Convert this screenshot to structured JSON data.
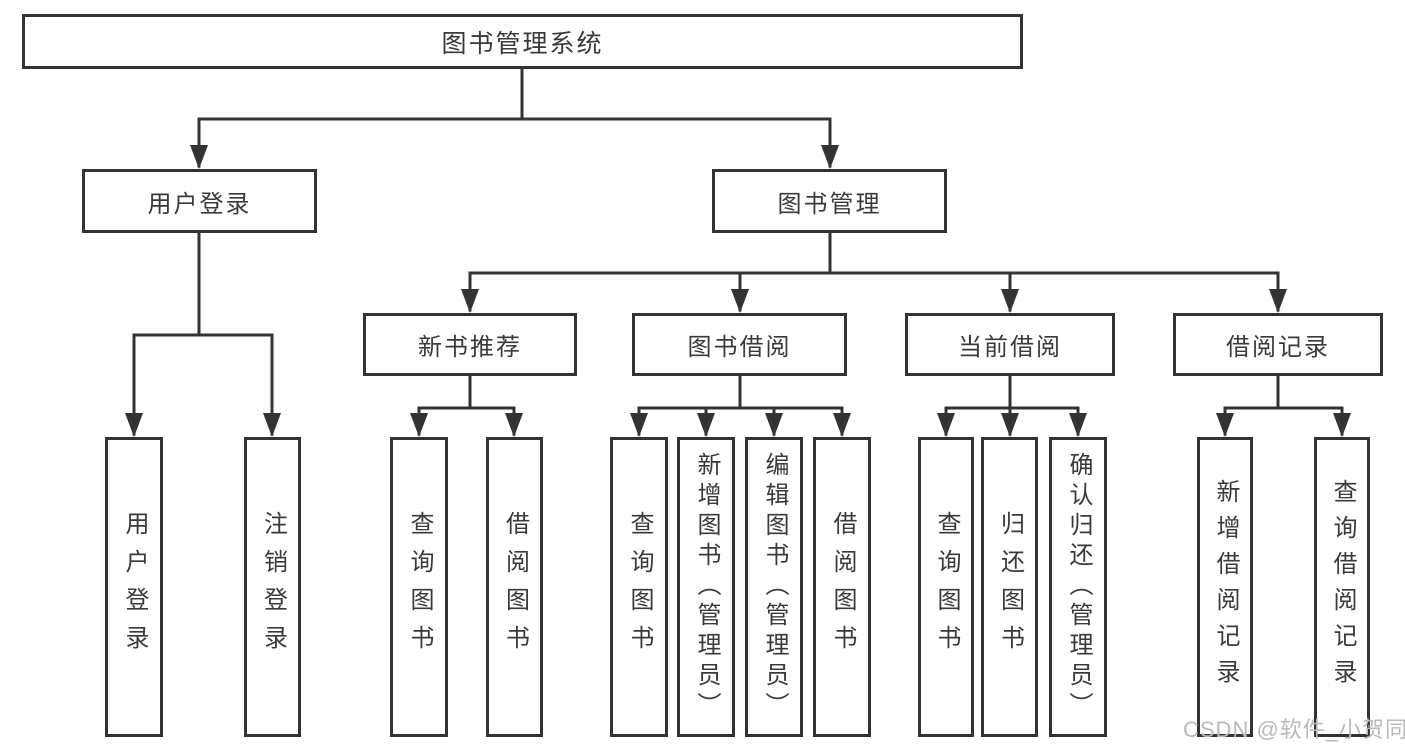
{
  "diagram": {
    "title": "图书管理系统",
    "root": {
      "label": "图书管理系统"
    },
    "branches": [
      {
        "label": "用户登录",
        "children": [
          {
            "label": "用户登录"
          },
          {
            "label": "注销登录"
          }
        ]
      },
      {
        "label": "图书管理",
        "children": [
          {
            "label": "新书推荐",
            "children": [
              {
                "label": "查询图书"
              },
              {
                "label": "借阅图书"
              }
            ]
          },
          {
            "label": "图书借阅",
            "children": [
              {
                "label": "查询图书"
              },
              {
                "label": "新增图书（管理员）"
              },
              {
                "label": "编辑图书（管理员）"
              },
              {
                "label": "借阅图书"
              }
            ]
          },
          {
            "label": "当前借阅",
            "children": [
              {
                "label": "查询图书"
              },
              {
                "label": "归还图书"
              },
              {
                "label": "确认归还（管理员）"
              }
            ]
          },
          {
            "label": "借阅记录",
            "children": [
              {
                "label": "新增借阅记录"
              },
              {
                "label": "查询借阅记录"
              }
            ]
          }
        ]
      }
    ]
  },
  "watermark": {
    "text": "CSDN @软件_小贺同学",
    "color": "#b9b9b9"
  },
  "colors": {
    "line": "#333333",
    "box_border": "#333333",
    "text": "#3a3a3a",
    "background": "#ffffff"
  }
}
